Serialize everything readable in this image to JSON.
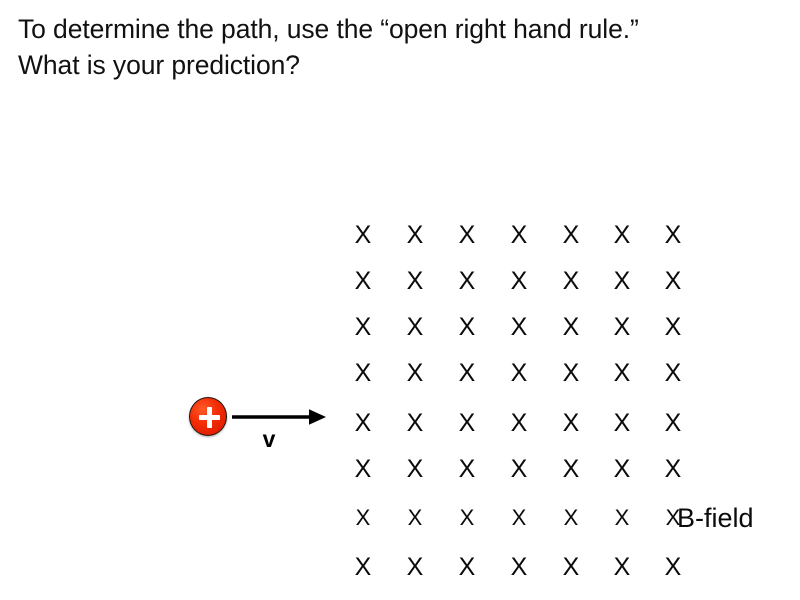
{
  "slide": {
    "title": "To determine the path, use the “open right hand rule.”\nWhat is your prediction?",
    "background_color": "#ffffff",
    "text_color": "#111111"
  },
  "diagram": {
    "charge": {
      "symbol": "+",
      "sign": "positive",
      "fill_color": "#f32c05",
      "symbol_color": "#ffffff",
      "outline_color": "#1d1208"
    },
    "velocity": {
      "label": "v",
      "direction": "right",
      "color": "#000000"
    },
    "b_field": {
      "label": "B-field",
      "marker": "X",
      "direction": "into-page",
      "rows": 8,
      "columns": 7,
      "color": "#0b0b0b",
      "grid": [
        [
          "X",
          "X",
          "X",
          "X",
          "X",
          "X",
          "X"
        ],
        [
          "X",
          "X",
          "X",
          "X",
          "X",
          "X",
          "X"
        ],
        [
          "X",
          "X",
          "X",
          "X",
          "X",
          "X",
          "X"
        ],
        [
          "X",
          "X",
          "X",
          "X",
          "X",
          "X",
          "X"
        ],
        [
          "X",
          "X",
          "X",
          "X",
          "X",
          "X",
          "X"
        ],
        [
          "X",
          "X",
          "X",
          "X",
          "X",
          "X",
          "X"
        ],
        [
          "X",
          "X",
          "X",
          "X",
          "X",
          "X",
          "X"
        ],
        [
          "X",
          "X",
          "X",
          "X",
          "X",
          "X",
          "X"
        ]
      ],
      "row_tops": [
        0,
        46,
        92,
        138,
        188,
        234,
        283,
        332
      ],
      "column_lefts": [
        0,
        52,
        104,
        156,
        208,
        259,
        310
      ],
      "small_rows": [
        6
      ]
    }
  }
}
